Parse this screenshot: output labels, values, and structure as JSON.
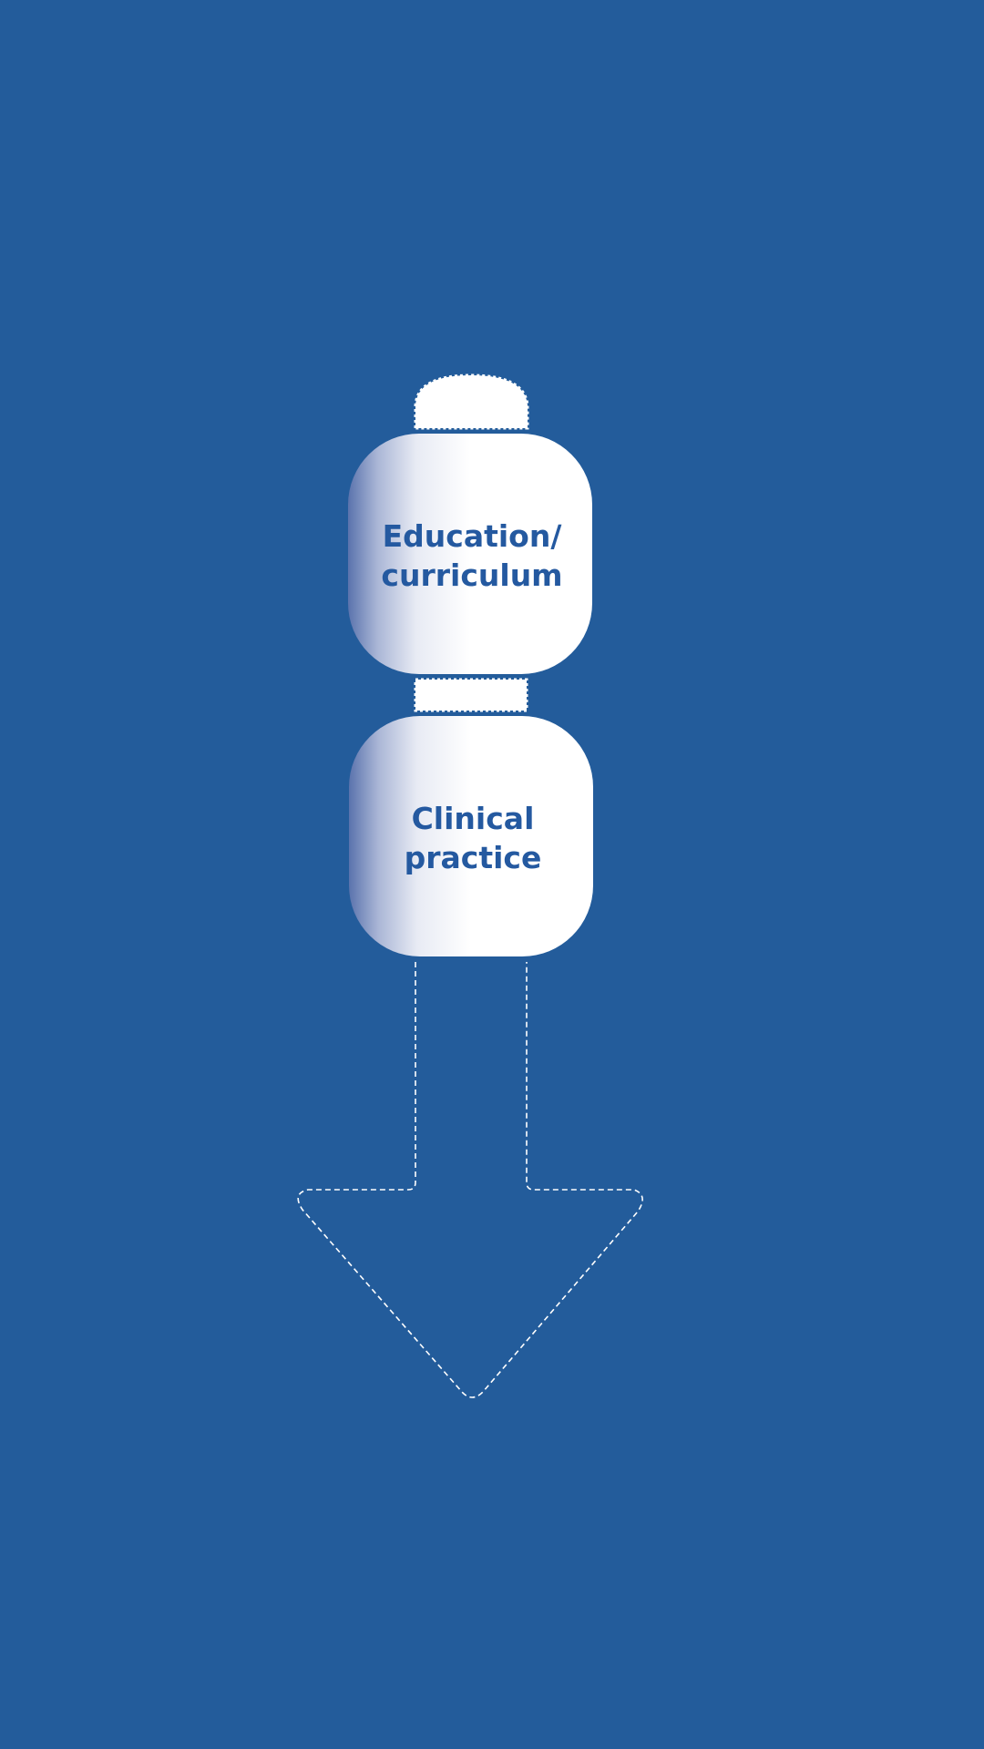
{
  "colors": {
    "background": "#235c9b",
    "box_fill": "#ffffff",
    "box_gradient_edge": "#5a73ad",
    "text": "#2459a0",
    "connector": "#ffffff",
    "arrow_outline": "#ffffff"
  },
  "diagram": {
    "boxes": [
      {
        "id": "education",
        "lines": [
          "Education/",
          "curriculum"
        ]
      },
      {
        "id": "clinical",
        "lines": [
          "Clinical",
          "practice"
        ]
      }
    ],
    "arrow": {
      "direction": "down",
      "style": "dashed-outline"
    }
  }
}
